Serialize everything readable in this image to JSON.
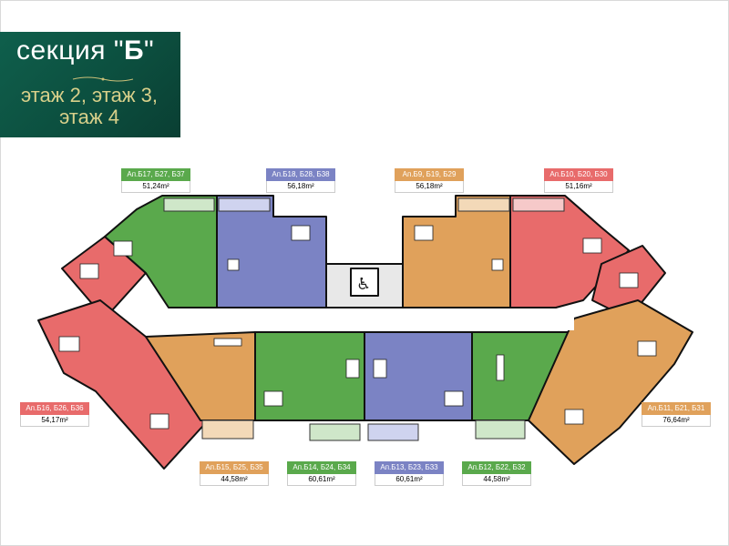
{
  "header": {
    "title_prefix": "секция \"",
    "title_letter": "Б",
    "title_suffix": "\"",
    "subtitle_line1": "этаж 2, этаж 3,",
    "subtitle_line2": "этаж 4"
  },
  "colors": {
    "green": "#5aa94c",
    "blue": "#7b83c4",
    "orange": "#e0a15b",
    "red": "#e86b6b"
  },
  "apartments": [
    {
      "id": "b17",
      "name": "Ап.Б17, Б27, Б37",
      "area": "51,24m²",
      "color": "green"
    },
    {
      "id": "b18",
      "name": "Ап.Б18, Б28, Б38",
      "area": "56,18m²",
      "color": "blue"
    },
    {
      "id": "b9",
      "name": "Ап.Б9, Б19, Б29",
      "area": "56,18m²",
      "color": "orange"
    },
    {
      "id": "b10",
      "name": "Ап.Б10, Б20, Б30",
      "area": "51,16m²",
      "color": "red"
    },
    {
      "id": "b16",
      "name": "Ап.Б16, Б26, Б36",
      "area": "54,17m²",
      "color": "red"
    },
    {
      "id": "b11",
      "name": "Ап.Б11, Б21, Б31",
      "area": "76,64m²",
      "color": "orange"
    },
    {
      "id": "b15",
      "name": "Ап.Б15, Б25, Б35",
      "area": "44,58m²",
      "color": "orange"
    },
    {
      "id": "b14",
      "name": "Ап.Б14, Б24, Б34",
      "area": "60,61m²",
      "color": "green"
    },
    {
      "id": "b13",
      "name": "Ап.Б13, Б23, Б33",
      "area": "60,61m²",
      "color": "blue"
    },
    {
      "id": "b12",
      "name": "Ап.Б12, Б22, Б32",
      "area": "44,58m²",
      "color": "green"
    }
  ]
}
